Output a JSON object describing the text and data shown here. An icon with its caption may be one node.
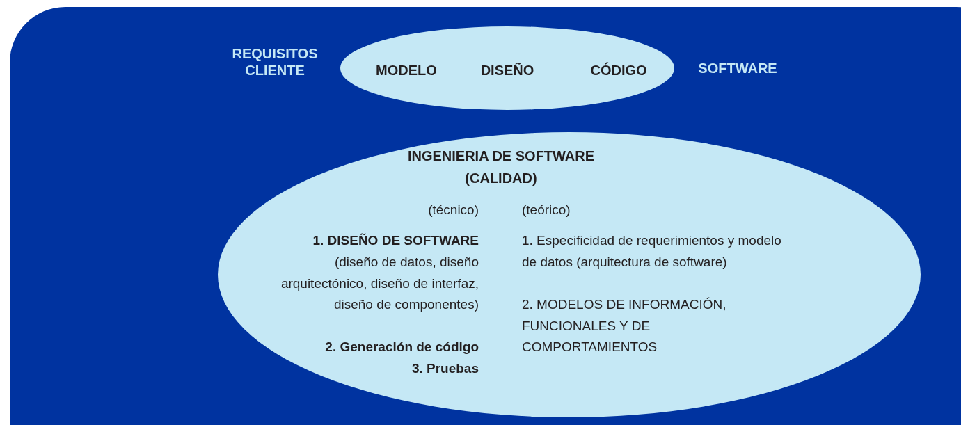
{
  "diagram": {
    "nodes": [
      {
        "text": [
          "MODELO",
          "DISEÑO",
          "CÓDIGO"
        ]
      },
      {
        "text": [
          "INGENIERIA DE SOFTWARE (CALIDAD)",
          "(técnico)",
          "(teórico)",
          "1. DISEÑO DE SOFTWARE",
          "(diseño de datos, diseño arquitectónico, diseño de interfaz, diseño de componentes)",
          "2. Generación de código",
          "3. Pruebas",
          "1. Especificidad de requerimientos y modelo de datos (arquitectura de software)",
          "2. MODELOS DE INFORMACIÓN, FUNCIONALES Y DE COMPORTAMIENTOS"
        ]
      }
    ],
    "labels": [
      "REQUISITOS CLIENTE",
      "SOFTWARE"
    ]
  }
}
